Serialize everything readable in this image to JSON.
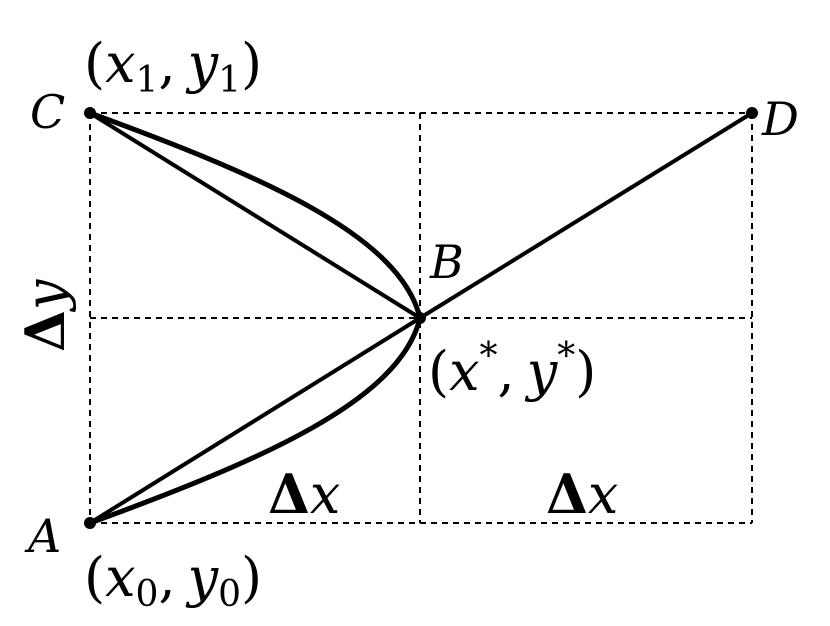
{
  "points": {
    "A": {
      "label": "A"
    },
    "B": {
      "label": "B"
    },
    "C": {
      "label": "C"
    },
    "D": {
      "label": "D"
    }
  },
  "coords": {
    "A": {
      "open": "(",
      "x": "x",
      "xsub": "0",
      "comma": ",",
      "y": "y",
      "ysub": "0",
      "close": ")"
    },
    "B": {
      "open": "(",
      "x": "x",
      "xsup": "*",
      "comma": ",",
      "y": "y",
      "ysup": "*",
      "close": ")"
    },
    "C": {
      "open": "(",
      "x": "x",
      "xsub": "1",
      "comma": ",",
      "y": "y",
      "ysub": "1",
      "close": ")"
    }
  },
  "deltas": {
    "dx_left": {
      "sym": "Δ",
      "var": "x"
    },
    "dx_right": {
      "sym": "Δ",
      "var": "x"
    },
    "dy": {
      "sym": "Δ",
      "var": "y"
    }
  }
}
